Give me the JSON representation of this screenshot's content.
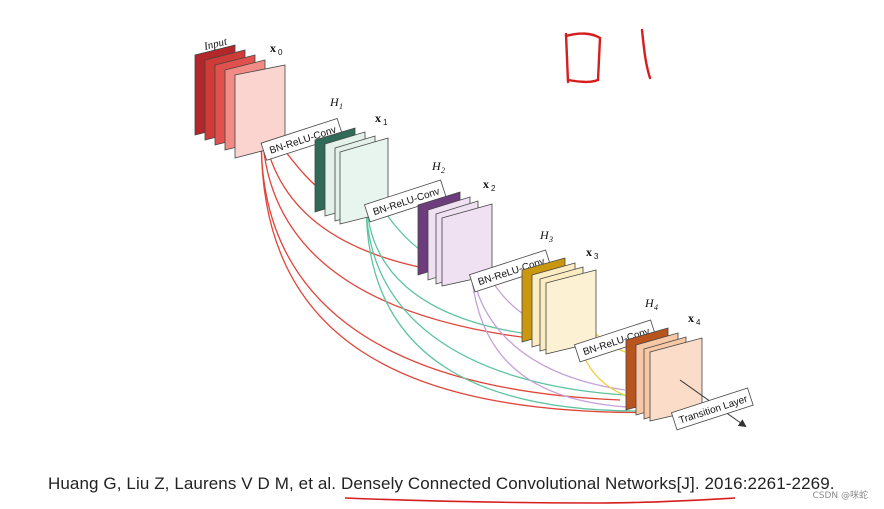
{
  "diagram": {
    "input_label": "Input",
    "colors": {
      "red": "#e0453a",
      "green": "#5ec4a0",
      "purple": "#c6a0d8",
      "yellow": "#f2cf3c",
      "annotation": "#d61e1e"
    },
    "stages": [
      {
        "x_label": "x",
        "x_sub": "0",
        "h_label": "",
        "h_sub": "",
        "block_label": "BN-ReLU-Conv",
        "fills": [
          "#b3262a",
          "#cf3b36",
          "#e0514d",
          "#f08c85",
          "#fbd4d0"
        ]
      },
      {
        "x_label": "x",
        "x_sub": "1",
        "h_label": "H",
        "h_sub": "1",
        "block_label": "BN-ReLU-Conv",
        "fills": [
          "#2f6b58",
          "#e3f1ea",
          "#e3f1ea",
          "#e8f4ee"
        ]
      },
      {
        "x_label": "x",
        "x_sub": "2",
        "h_label": "H",
        "h_sub": "2",
        "block_label": "BN-ReLU-Conv",
        "fills": [
          "#6c3c7d",
          "#efe0f2",
          "#efe0f2",
          "#efe0f2"
        ]
      },
      {
        "x_label": "x",
        "x_sub": "3",
        "h_label": "H",
        "h_sub": "3",
        "block_label": "BN-ReLU-Conv",
        "fills": [
          "#c9980f",
          "#fbecc2",
          "#fbecc2",
          "#fcf1d2"
        ]
      },
      {
        "x_label": "x",
        "x_sub": "4",
        "h_label": "H",
        "h_sub": "4",
        "block_label": "Transition Layer",
        "fills": [
          "#b8541c",
          "#f7c7a6",
          "#f7c7a6",
          "#fbdcc8"
        ]
      }
    ]
  },
  "annotation": {
    "handwritten_text": "口1"
  },
  "citation": {
    "authors": "Huang G, Liu Z, Laurens V D M, et al. ",
    "title": "Densely Connected Convolutional Networks[J]. 2016:2261-2269."
  },
  "watermark": "CSDN @咪蛇"
}
